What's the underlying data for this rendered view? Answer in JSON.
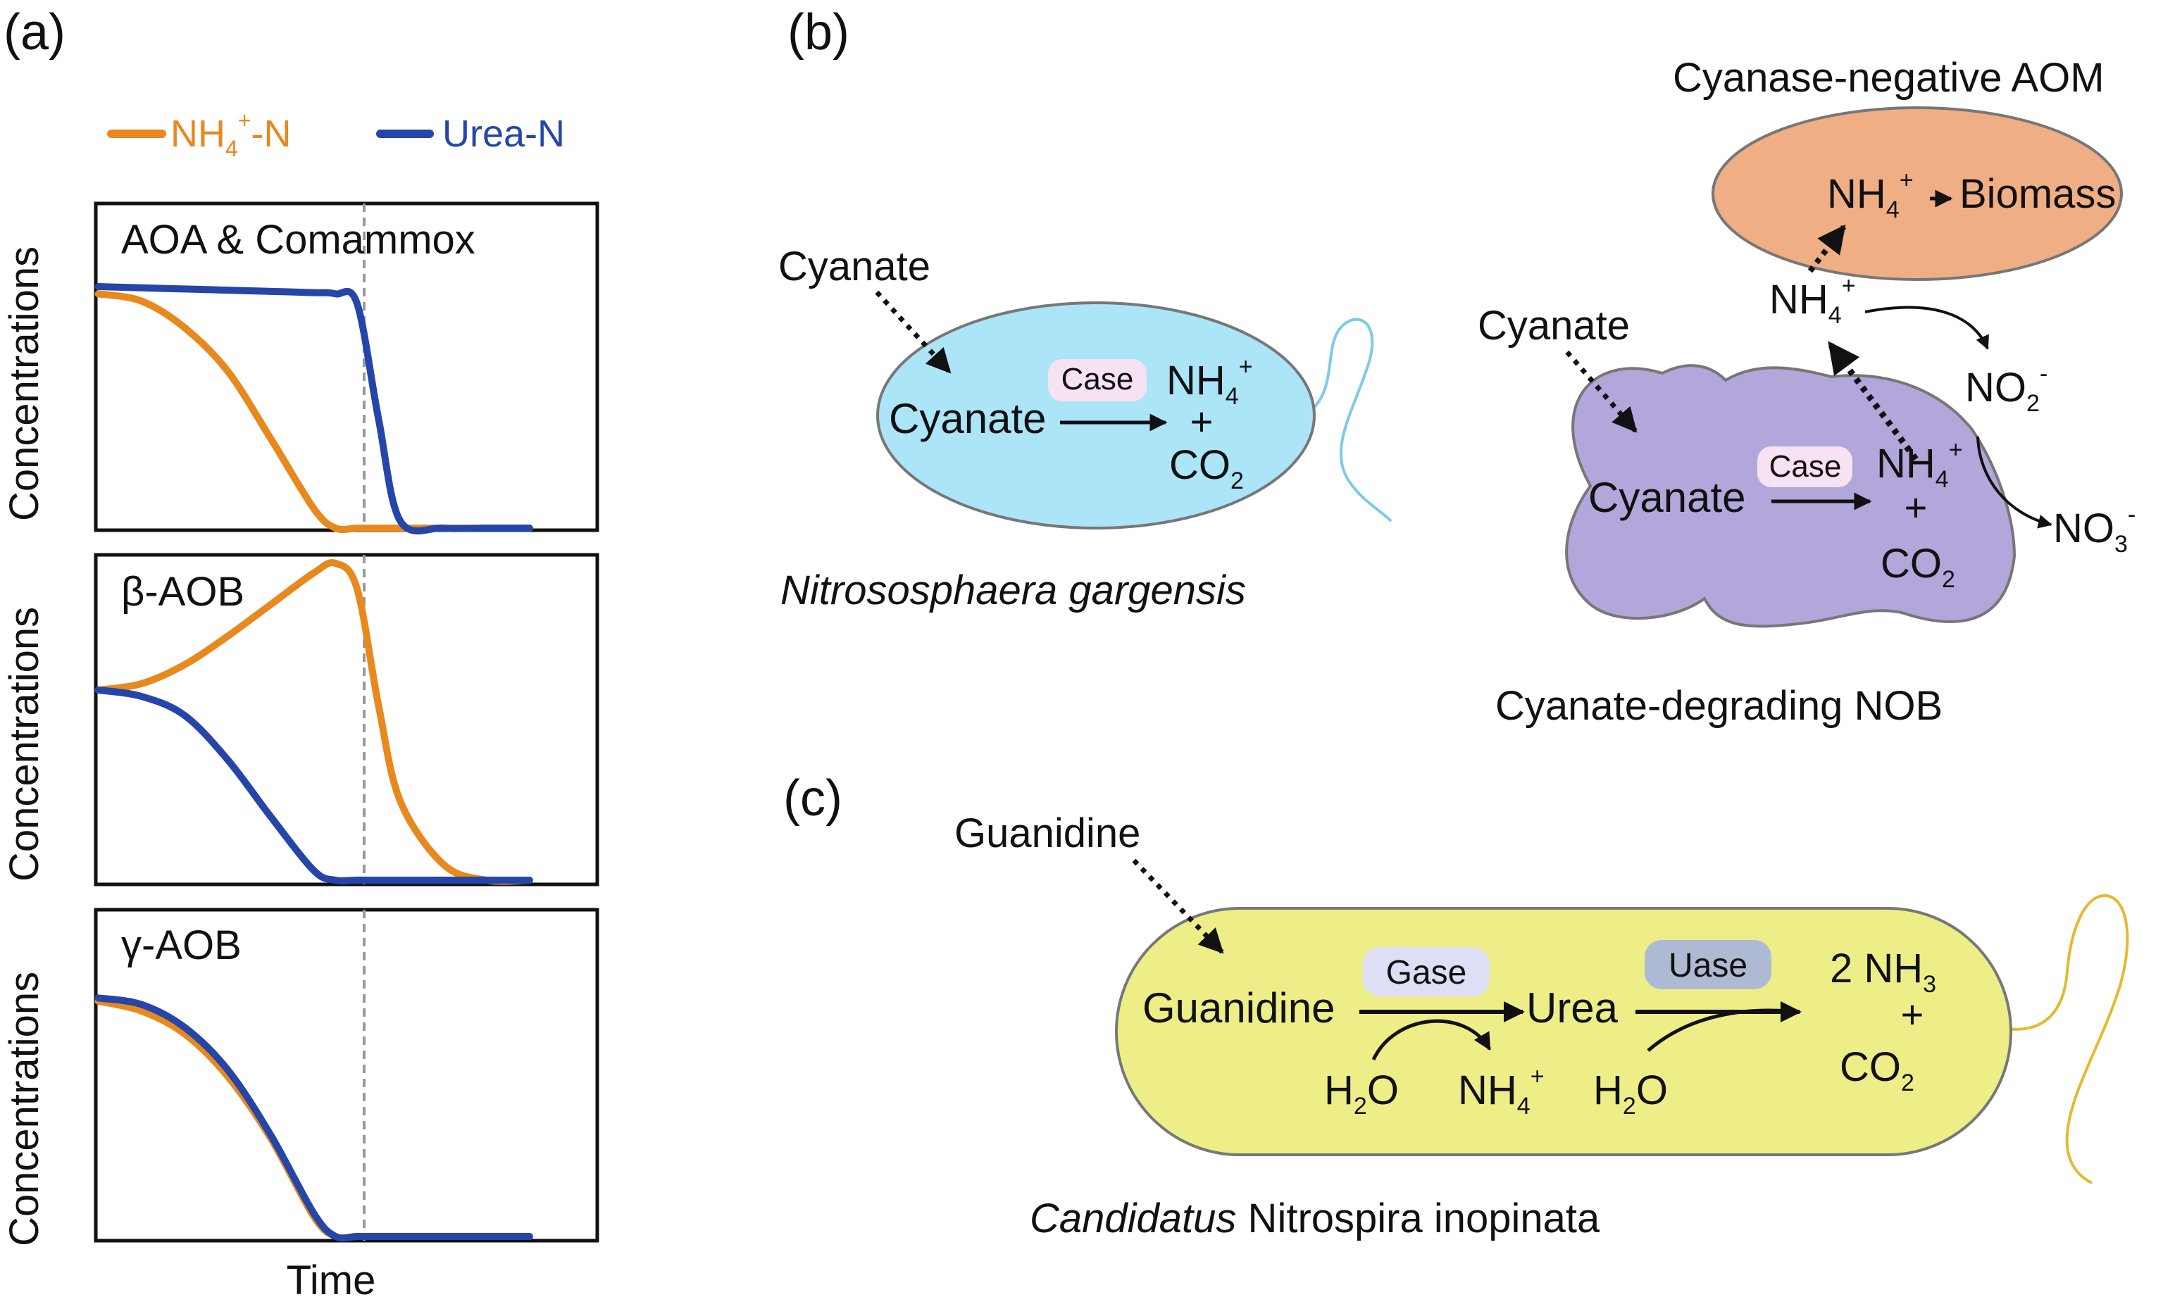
{
  "panel_labels": {
    "a": "(a)",
    "b": "(b)",
    "c": "(c)"
  },
  "legend": {
    "nh4": {
      "base": "NH",
      "sub": "4",
      "sup": "+",
      "suffix": "-N",
      "color": "#E8891E"
    },
    "urea": {
      "label": "Urea-N",
      "color": "#2546A8"
    }
  },
  "axis": {
    "ylabel": "Concentrations",
    "xlabel": "Time"
  },
  "chart_data": [
    {
      "type": "line",
      "title": "AOA & Comammox",
      "xlabel": "",
      "ylabel": "Concentrations",
      "x": [
        0,
        0.1,
        0.2,
        0.3,
        0.4,
        0.5,
        0.55,
        0.6,
        0.65,
        0.7,
        0.8,
        0.9,
        1.0
      ],
      "series": [
        {
          "name": "NH4+-N",
          "color": "#E8891E",
          "values": [
            0.97,
            0.94,
            0.83,
            0.65,
            0.37,
            0.08,
            0.0,
            0.0,
            0.0,
            0.0,
            0.0,
            0.0,
            0.0
          ]
        },
        {
          "name": "Urea-N",
          "color": "#2546A8",
          "values": [
            1.0,
            0.995,
            0.99,
            0.985,
            0.98,
            0.975,
            0.97,
            0.93,
            0.45,
            0.03,
            0.0,
            0.0,
            0.0
          ]
        }
      ]
    },
    {
      "type": "line",
      "title": "β-AOB",
      "xlabel": "",
      "ylabel": "Concentrations",
      "x": [
        0,
        0.1,
        0.2,
        0.3,
        0.4,
        0.5,
        0.55,
        0.6,
        0.65,
        0.7,
        0.8,
        0.9,
        1.0
      ],
      "series": [
        {
          "name": "NH4+-N",
          "color": "#E8891E",
          "values": [
            0.6,
            0.62,
            0.68,
            0.77,
            0.87,
            0.97,
            1.0,
            0.92,
            0.55,
            0.25,
            0.05,
            0.0,
            0.0
          ]
        },
        {
          "name": "Urea-N",
          "color": "#2546A8",
          "values": [
            0.6,
            0.58,
            0.52,
            0.38,
            0.2,
            0.03,
            0.0,
            0.0,
            0.0,
            0.0,
            0.0,
            0.0,
            0.0
          ]
        }
      ]
    },
    {
      "type": "line",
      "title": "γ-AOB",
      "xlabel": "Time",
      "ylabel": "Concentrations",
      "x": [
        0,
        0.1,
        0.2,
        0.3,
        0.4,
        0.5,
        0.55,
        0.6,
        0.65,
        0.7,
        0.8,
        0.9,
        1.0
      ],
      "series": [
        {
          "name": "NH4+-N",
          "color": "#E8891E",
          "values": [
            0.72,
            0.69,
            0.62,
            0.49,
            0.3,
            0.06,
            0.0,
            0.0,
            0.0,
            0.0,
            0.0,
            0.0,
            0.0
          ]
        },
        {
          "name": "Urea-N",
          "color": "#2546A8",
          "values": [
            0.73,
            0.71,
            0.64,
            0.51,
            0.31,
            0.07,
            0.0,
            0.0,
            0.0,
            0.0,
            0.0,
            0.0,
            0.0
          ]
        }
      ]
    }
  ],
  "panel_b": {
    "left": {
      "cyanate_outside": "Cyanate",
      "cyanate_inside": "Cyanate",
      "enzyme": "Case",
      "product_nh4": {
        "base": "NH",
        "sub": "4",
        "sup": "+"
      },
      "plus": "+",
      "product_co2": {
        "base": "CO",
        "sub": "2"
      },
      "organism": "Nitrososphaera gargensis",
      "cell_color": "#ACE4F8",
      "flagellum_color": "#7CCBE6"
    },
    "right": {
      "aom_label": "Cyanase-negative AOM",
      "aom_color": "#F0AE85",
      "aom_nh4": {
        "base": "NH",
        "sub": "4",
        "sup": "+"
      },
      "aom_biomass": "Biomass",
      "nh4_free": {
        "base": "NH",
        "sub": "4",
        "sup": "+"
      },
      "no2": {
        "base": "NO",
        "sub": "2",
        "sup": "-"
      },
      "no3": {
        "base": "NO",
        "sub": "3",
        "sup": "-"
      },
      "cyanate_outside": "Cyanate",
      "cyanate_inside": "Cyanate",
      "enzyme": "Case",
      "product_nh4": {
        "base": "NH",
        "sub": "4",
        "sup": "+"
      },
      "plus": "+",
      "product_co2": {
        "base": "CO",
        "sub": "2"
      },
      "organism": "Cyanate-degrading NOB",
      "cell_color": "#B3A6DA"
    }
  },
  "panel_c": {
    "guanidine_outside": "Guanidine",
    "guanidine_inside": "Guanidine",
    "gase": "Gase",
    "urea": "Urea",
    "uase": "Uase",
    "h2o_1": {
      "base": "H",
      "sub": "2",
      "tail": "O"
    },
    "nh4": {
      "base": "NH",
      "sub": "4",
      "sup": "+"
    },
    "h2o_2": {
      "base": "H",
      "sub": "2",
      "tail": "O"
    },
    "nh3": {
      "prefix": "2 NH",
      "sub": "3"
    },
    "plus": "+",
    "co2": {
      "base": "CO",
      "sub": "2"
    },
    "organism_italic": "Candidatus",
    "organism_rest": " Nitrospira inopinata",
    "cell_color": "#EDEE88",
    "flagellum_color": "#E6B92E",
    "gase_color": "#DEDEF7",
    "uase_color": "#AEBAD3"
  }
}
